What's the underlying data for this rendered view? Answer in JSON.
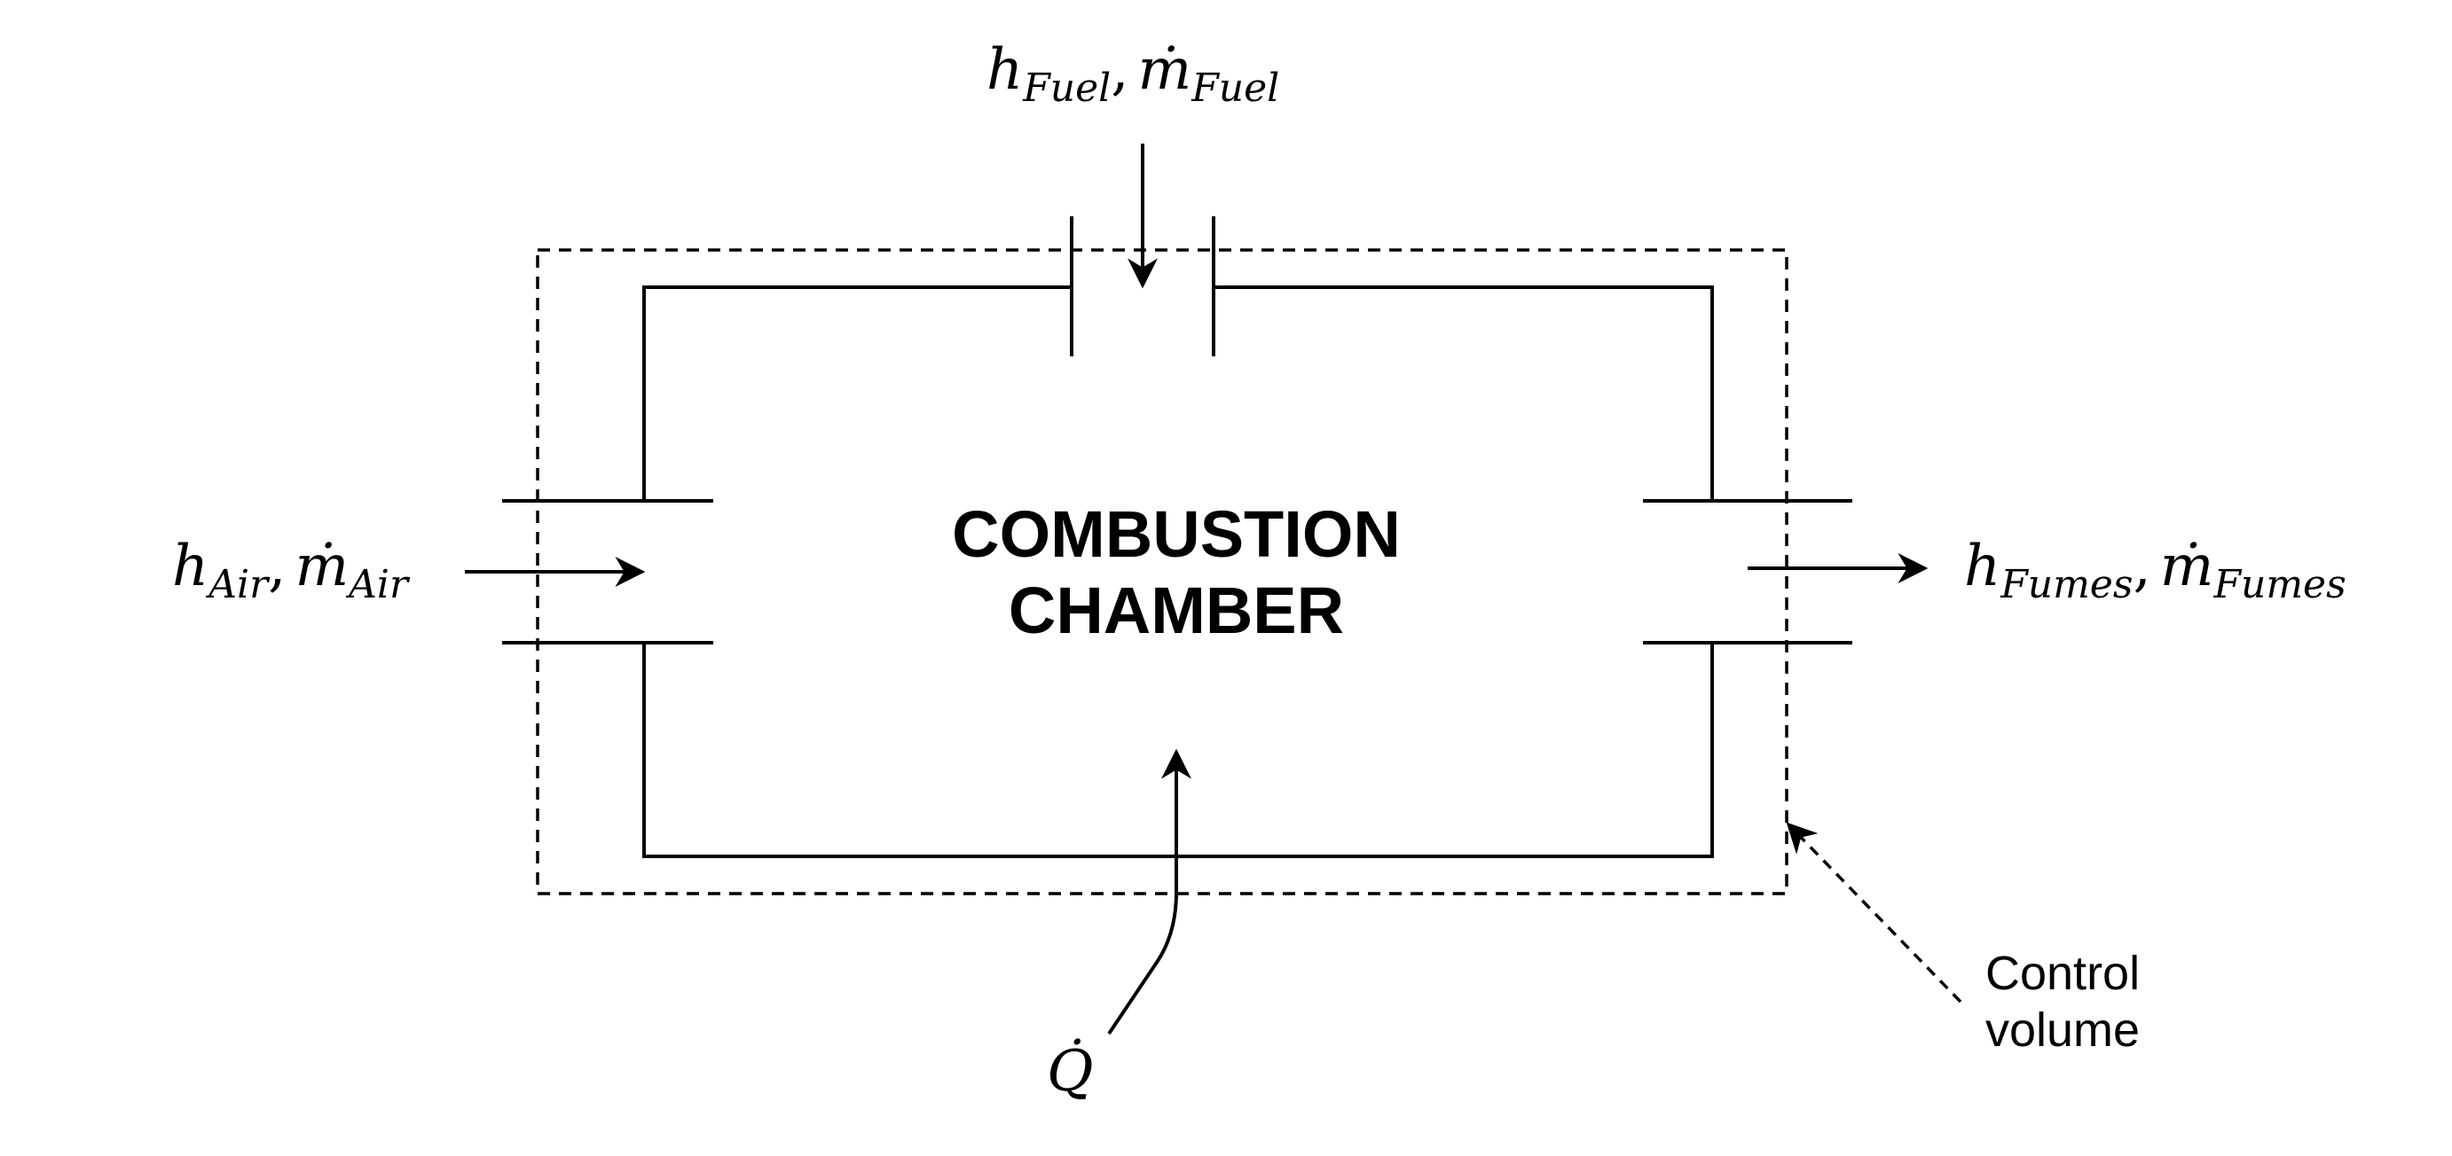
{
  "chamber": {
    "title_line1": "COMBUSTION",
    "title_line2": "CHAMBER"
  },
  "control_volume": {
    "label_line1": "Control",
    "label_line2": "volume",
    "style": "dashed"
  },
  "streams": {
    "fuel": {
      "h": "h",
      "h_sub": "Fuel",
      "m": "ṁ",
      "m_sub": "Fuel",
      "direction": "in"
    },
    "air": {
      "h": "h",
      "h_sub": "Air",
      "m": "ṁ",
      "m_sub": "Air",
      "direction": "in"
    },
    "fumes": {
      "h": "h",
      "h_sub": "Fumes",
      "m": "ṁ",
      "m_sub": "Fumes",
      "direction": "out"
    }
  },
  "heat": {
    "symbol": "Q̇",
    "direction": "in"
  },
  "separator": ",",
  "colors": {
    "stroke": "#000000",
    "background": "#ffffff"
  }
}
